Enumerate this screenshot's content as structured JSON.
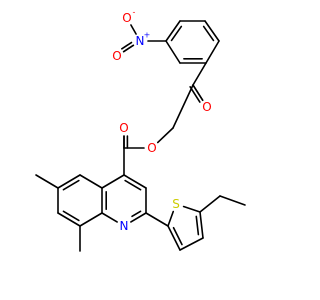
{
  "colors": {
    "carbon": "#000000",
    "oxygen": "#ff0000",
    "nitrogen": "#0000ff",
    "sulfur": "#cccc00"
  },
  "atoms": {
    "nitro_n": {
      "text": "N",
      "charge": "+",
      "element": "nitrogen"
    },
    "nitro_o_minus": {
      "text": "O",
      "charge": "-",
      "element": "oxygen"
    },
    "nitro_o": {
      "text": "O",
      "element": "oxygen"
    },
    "ketone_o": {
      "text": "O",
      "element": "oxygen"
    },
    "ester_o_single": {
      "text": "O",
      "element": "oxygen"
    },
    "ester_o_double": {
      "text": "O",
      "element": "oxygen"
    },
    "quinoline_n": {
      "text": "N",
      "element": "nitrogen"
    },
    "thiophene_s": {
      "text": "S",
      "element": "sulfur"
    }
  }
}
